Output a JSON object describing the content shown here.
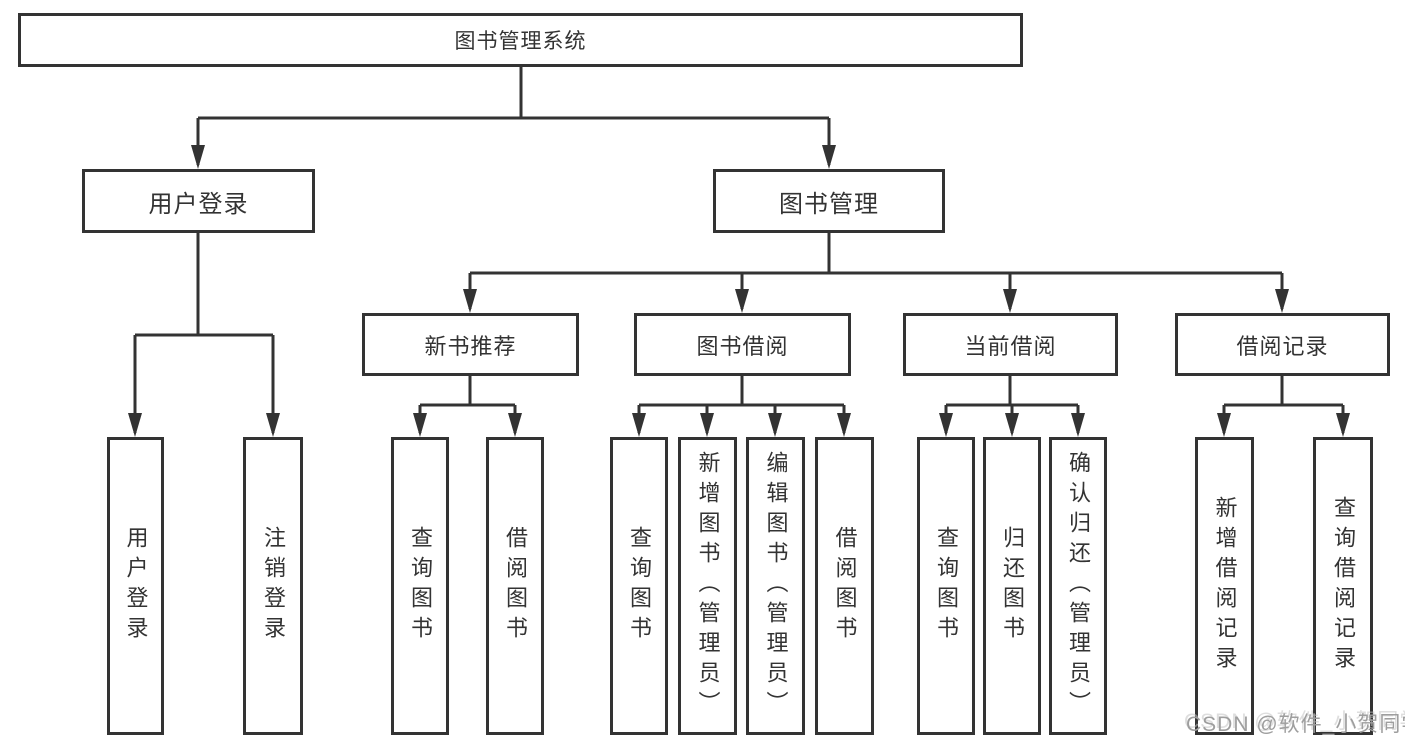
{
  "diagram": {
    "root": "图书管理系统",
    "children": [
      {
        "label": "用户登录",
        "children": [
          {
            "label": "用户登录"
          },
          {
            "label": "注销登录"
          }
        ]
      },
      {
        "label": "图书管理",
        "children": [
          {
            "label": "新书推荐",
            "children": [
              {
                "label": "查询图书"
              },
              {
                "label": "借阅图书"
              }
            ]
          },
          {
            "label": "图书借阅",
            "children": [
              {
                "label": "查询图书"
              },
              {
                "label": "新增图书（管理员）"
              },
              {
                "label": "编辑图书（管理员）"
              },
              {
                "label": "借阅图书"
              }
            ]
          },
          {
            "label": "当前借阅",
            "children": [
              {
                "label": "查询图书"
              },
              {
                "label": "归还图书"
              },
              {
                "label": "确认归还（管理员）"
              }
            ]
          },
          {
            "label": "借阅记录",
            "children": [
              {
                "label": "新增借阅记录"
              },
              {
                "label": "查询借阅记录"
              }
            ]
          }
        ]
      }
    ]
  },
  "watermark": "CSDN @软件_小贺同学",
  "colors": {
    "line": "#333333",
    "text": "#333333",
    "background": "#ffffff",
    "watermark": "#9e9e9e"
  }
}
